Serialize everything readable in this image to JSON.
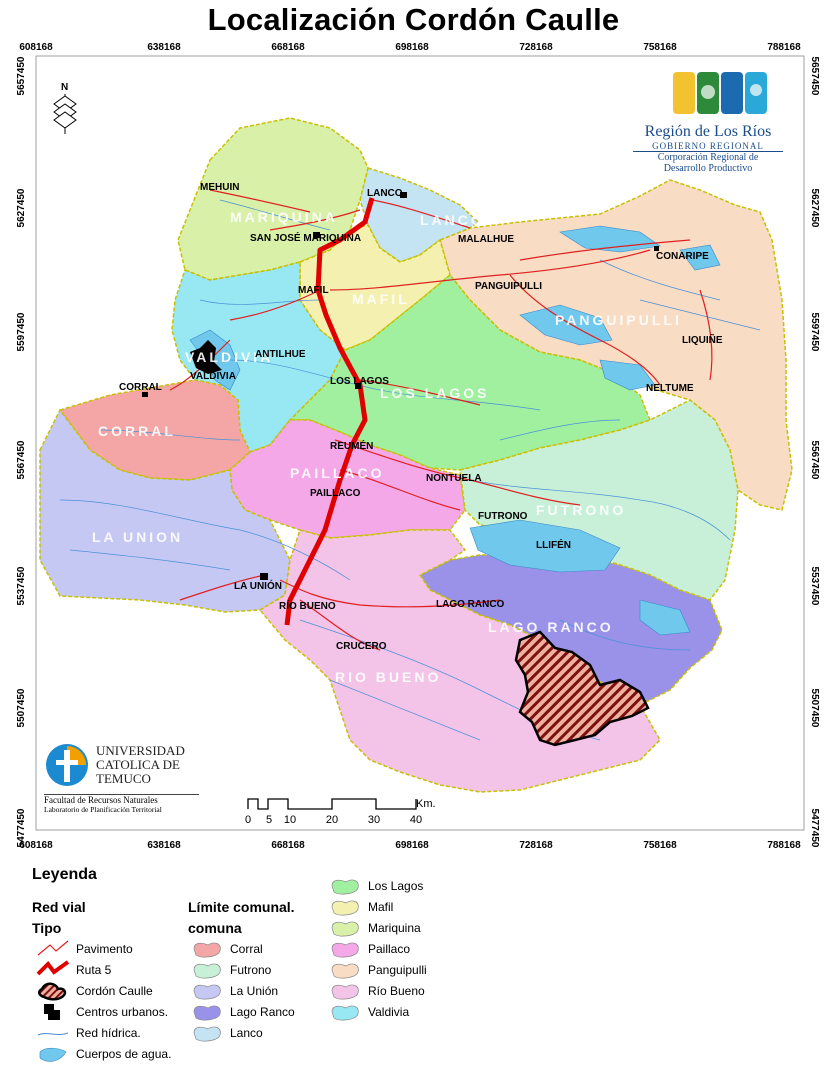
{
  "title": "Localización Cordón Caulle",
  "axes": {
    "x_ticks": [
      "608168",
      "638168",
      "668168",
      "698168",
      "728168",
      "758168",
      "788168"
    ],
    "y_ticks": [
      "5657450",
      "5627450",
      "5597450",
      "5567450",
      "5537450",
      "5507450",
      "5477450"
    ]
  },
  "north_label": "N",
  "places": [
    "MEHUIN",
    "LANCO",
    "SAN JOSÉ MARIQUINA",
    "MALALHUE",
    "CONARIPE",
    "MAFIL",
    "PANGUIPULLI",
    "LIQUIÑE",
    "ANTILHUE",
    "VALDIVIA",
    "CORRAL",
    "LOS LAGOS",
    "NELTUME",
    "REUMÉN",
    "NONTUELA",
    "PAILLACO",
    "FUTRONO",
    "LLIFÉN",
    "LA UNIÓN",
    "RÍO BUENO",
    "LAGO RANCO",
    "CRUCERO"
  ],
  "comunas_on_map": [
    "MARIQUINA",
    "LANCO",
    "MAFIL",
    "PANGUIPULLI",
    "VALDIVIA",
    "LOS LAGOS",
    "CORRAL",
    "PAILLACO",
    "FUTRONO",
    "LA UNION",
    "LAGO RANCO",
    "RIO BUENO"
  ],
  "gov_logo": {
    "line1": "Región de Los Ríos",
    "line2": "GOBIERNO REGIONAL",
    "line3": "Corporación Regional de",
    "line4": "Desarrollo Productivo"
  },
  "uct_logo": {
    "line1": "UNIVERSIDAD",
    "line2": "CATOLICA DE",
    "line3": "TEMUCO",
    "line4": "Facultad de Recursos Naturales",
    "line5": "Laboratorio de Planificación Territorial"
  },
  "scale_bar": {
    "unit": "Km.",
    "ticks": [
      "0",
      "5",
      "10",
      "20",
      "30",
      "40"
    ],
    "tick_km": [
      0,
      5,
      10,
      20,
      30,
      40
    ]
  },
  "legend": {
    "title": "Leyenda",
    "red_vial": "Red vial",
    "tipo": "Tipo",
    "limite": "Límite comunal.",
    "comuna": "comuna",
    "tipo_items": [
      {
        "label": "Pavimento",
        "symbol": "pavimento"
      },
      {
        "label": "Ruta 5",
        "symbol": "ruta5"
      },
      {
        "label": "Cordón Caulle",
        "symbol": "caulle"
      },
      {
        "label": "Centros urbanos.",
        "symbol": "urbano"
      },
      {
        "label": "Red hídrica.",
        "symbol": "hidrica"
      },
      {
        "label": "Cuerpos de agua.",
        "symbol": "agua"
      }
    ],
    "comuna_col1": [
      {
        "label": "Corral",
        "color": "#f4a6a6"
      },
      {
        "label": "Futrono",
        "color": "#c8f0d8"
      },
      {
        "label": "La Unión",
        "color": "#c6c8f4"
      },
      {
        "label": "Lago Ranco",
        "color": "#9a92e8"
      },
      {
        "label": "Lanco",
        "color": "#c4e4f4"
      }
    ],
    "comuna_col2": [
      {
        "label": "Los Lagos",
        "color": "#a0f0a0"
      },
      {
        "label": "Mafil",
        "color": "#f4f0b0"
      },
      {
        "label": "Mariquina",
        "color": "#d8f0a8"
      },
      {
        "label": "Paillaco",
        "color": "#f4a8e8"
      },
      {
        "label": "Panguipulli",
        "color": "#f8dcc4"
      },
      {
        "label": "Río Bueno",
        "color": "#f4c4e8"
      },
      {
        "label": "Valdivia",
        "color": "#98e8f4"
      }
    ]
  },
  "colors": {
    "road": "#e02020",
    "ruta5": "#e00000",
    "river": "#4a90d8",
    "water": "#70c8ec",
    "border": "#d8d000"
  }
}
